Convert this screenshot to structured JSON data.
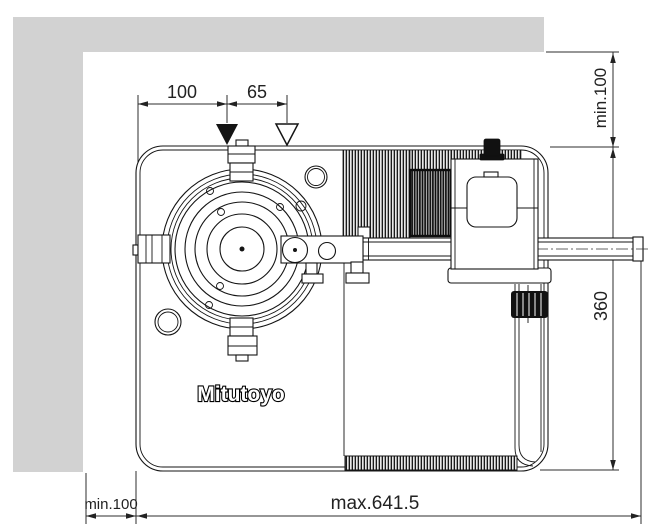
{
  "drawing": {
    "kind": "dimensional-outline-drawing",
    "brand_logo": "Mitutoyo",
    "labels": {
      "dim_top_left": "100",
      "dim_top_right": "65",
      "dim_clearance_top": "min.100",
      "dim_height_right": "360",
      "dim_clearance_bottom_left": "min.100",
      "dim_overall_width": "max.641.5"
    },
    "colors": {
      "wall_gray": "#d2d2d2",
      "line_black": "#141414",
      "dim_gray": "#2e2e2e"
    }
  }
}
